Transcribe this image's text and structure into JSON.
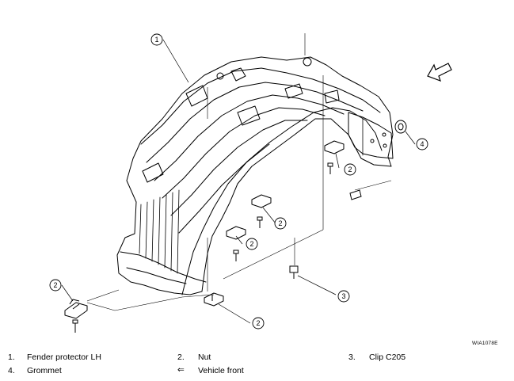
{
  "figure_code": "WIA1078E",
  "callouts": [
    "1",
    "2",
    "3",
    "4"
  ],
  "legend": [
    {
      "num": "1.",
      "label": "Fender protector LH"
    },
    {
      "num": "2.",
      "label": "Nut"
    },
    {
      "num": "3.",
      "label": "Clip C205"
    },
    {
      "num": "4.",
      "label": "Grommet"
    },
    {
      "num": "⇐",
      "label": "Vehicle front"
    }
  ]
}
